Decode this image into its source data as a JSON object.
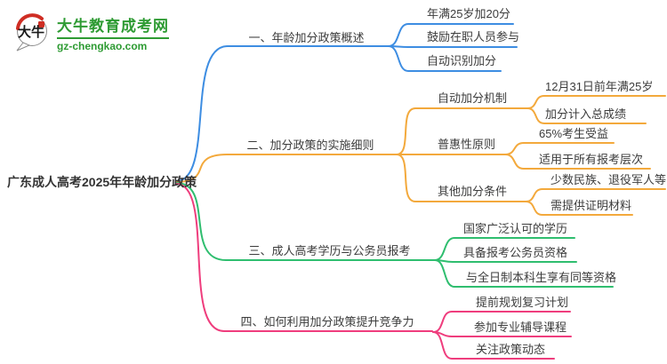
{
  "logo": {
    "icon_text": "大牛",
    "site_name": "大牛教育成考网",
    "site_url": "gz-chengkao.com",
    "brand_green": "#2e9b33",
    "seal_red": "#cf2e24"
  },
  "colors": {
    "text": "#3c3c3c"
  },
  "root": {
    "label": "广东成人高考2025年年龄加分政策"
  },
  "branches": [
    {
      "label": "一、年龄加分政策概述",
      "color": "#3d8de2",
      "children": [
        {
          "label": "年满25岁加20分"
        },
        {
          "label": "鼓励在职人员参与"
        },
        {
          "label": "自动识别加分"
        }
      ]
    },
    {
      "label": "二、加分政策的实施细则",
      "color": "#f3a93c",
      "children": [
        {
          "label": "自动加分机制",
          "children": [
            {
              "label": "12月31日前年满25岁"
            },
            {
              "label": "加分计入总成绩"
            }
          ]
        },
        {
          "label": "普惠性原则",
          "children": [
            {
              "label": "65%考生受益"
            },
            {
              "label": "适用于所有报考层次"
            }
          ]
        },
        {
          "label": "其他加分条件",
          "children": [
            {
              "label": "少数民族、退役军人等"
            },
            {
              "label": "需提供证明材料"
            }
          ]
        }
      ]
    },
    {
      "label": "三、成人高考学历与公务员报考",
      "color": "#2fbe6f",
      "children": [
        {
          "label": "国家广泛认可的学历"
        },
        {
          "label": "具备报考公务员资格"
        },
        {
          "label": "与全日制本科生享有同等资格"
        }
      ]
    },
    {
      "label": "四、如何利用加分政策提升竞争力",
      "color": "#ef3d7d",
      "children": [
        {
          "label": "提前规划复习计划"
        },
        {
          "label": "参加专业辅导课程"
        },
        {
          "label": "关注政策动态"
        }
      ]
    }
  ]
}
